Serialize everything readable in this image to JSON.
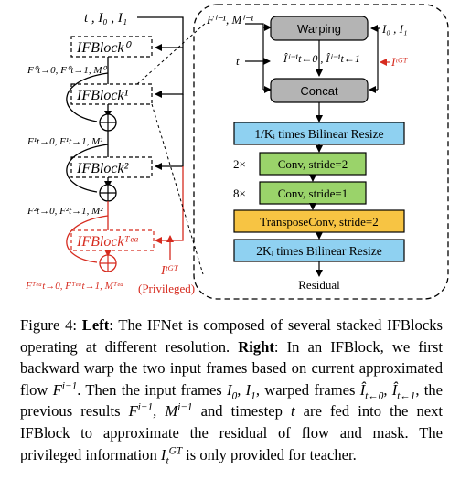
{
  "left": {
    "inputs_top": "t , I₀ , I₁",
    "ifblock0": "IFBlock⁰",
    "ifblock1": "IFBlock¹",
    "ifblock2": "IFBlock²",
    "ifblock_tea": "IFBlockᵀᵉᵃ",
    "f0": "F⁰t→0, F⁰t→1, M⁰",
    "f1": "F¹t→0, F¹t→1, M¹",
    "f2": "F²t→0, F²t→1, M²",
    "ftea": "Fᵀᵉᵃt→0, Fᵀᵉᵃt→1, Mᵀᵉᵃ",
    "privileged_symbol": "Iᵗᴳᵀ",
    "privileged_label": "(Privileged)"
  },
  "right": {
    "top_inputs": "Fⁱ⁻¹, Mⁱ⁻¹",
    "warping": "Warping",
    "i_pair": "I₀ , I₁",
    "warped": "Îⁱ⁻¹t←0 , Îⁱ⁻¹t←1",
    "t": "t",
    "igt": "Iᵗᴳᵀ",
    "concat": "Concat",
    "resize1": "1/Kᵢ times Bilinear Resize",
    "conv2_mult": "2×",
    "conv2": "Conv, stride=2",
    "conv1_mult": "8×",
    "conv1": "Conv, stride=1",
    "tconv": "TransposeConv, stride=2",
    "resize2": "2Kᵢ times Bilinear Resize",
    "residual": "Residual"
  },
  "colors": {
    "red": "#d62b1f",
    "gray_box": "#b4b4b4",
    "blue_box": "#8fd1f1",
    "green_box": "#9ad36a",
    "orange_box": "#f7c443"
  },
  "caption": {
    "label": "Figure 4:",
    "left_head": "Left",
    "text1": ": The IFNet is composed of several stacked IFBlocks operating at different resolution.",
    "right_head": "Right",
    "text2": ": In an IFBlock, we first backward warp the two input frames based on current approximated flow",
    "text3": ". Then the input frames",
    "text4": ", warped frames",
    "text5": ", the previous results",
    "text6": "and timestep",
    "text7": "are fed into the next IFBlock to approximate the residual of flow and mask. The privileged information",
    "text8": "is only provided for teacher."
  }
}
